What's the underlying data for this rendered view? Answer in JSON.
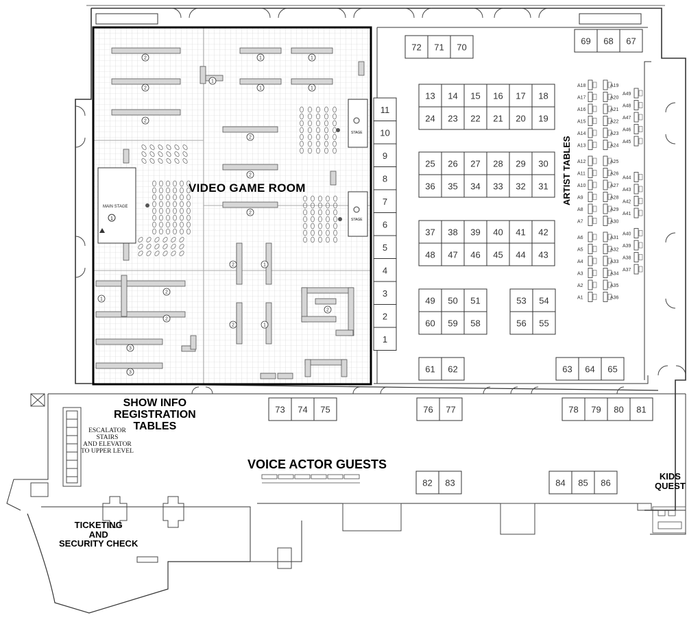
{
  "labels": {
    "video_game_room": "VIDEO GAME ROOM",
    "show_info": "SHOW INFO\nREGISTRATION\nTABLES",
    "escalator": "ESCALATOR\nSTAIRS\nAND ELEVATOR\nTO UPPER LEVEL",
    "voice_actor_guests": "VOICE ACTOR GUESTS",
    "kids_quest": "KIDS\nQUEST",
    "ticketing": "TICKETING\nAND\nSECURITY CHECK",
    "artist_tables": "ARTIST TABLES",
    "main_stage": "MAIN STAGE",
    "stage": "STAGE"
  },
  "booths": {
    "wall_column": [
      "11",
      "10",
      "9",
      "8",
      "7",
      "6",
      "5",
      "4",
      "3",
      "2",
      "1"
    ],
    "top_row_a": [
      "72",
      "71",
      "70"
    ],
    "top_row_b": [
      "69",
      "68",
      "67"
    ],
    "block_1_top": [
      "13",
      "14",
      "15",
      "16",
      "17",
      "18"
    ],
    "block_1_bottom": [
      "24",
      "23",
      "22",
      "21",
      "20",
      "19"
    ],
    "block_2_top": [
      "25",
      "26",
      "27",
      "28",
      "29",
      "30"
    ],
    "block_2_bottom": [
      "36",
      "35",
      "34",
      "33",
      "32",
      "31"
    ],
    "block_3_top": [
      "37",
      "38",
      "39",
      "40",
      "41",
      "42"
    ],
    "block_3_bottom": [
      "48",
      "47",
      "46",
      "45",
      "44",
      "43"
    ],
    "block_4a_top": [
      "49",
      "50",
      "51"
    ],
    "block_4a_bottom": [
      "60",
      "59",
      "58"
    ],
    "block_4b_top": [
      "53",
      "54"
    ],
    "block_4b_bottom": [
      "56",
      "55"
    ],
    "row_61": [
      "61",
      "62"
    ],
    "row_63": [
      "63",
      "64",
      "65"
    ],
    "row_73": [
      "73",
      "74",
      "75"
    ],
    "row_76": [
      "76",
      "77"
    ],
    "row_78": [
      "78",
      "79",
      "80",
      "81"
    ],
    "row_82": [
      "82",
      "83"
    ],
    "row_84": [
      "84",
      "85",
      "86"
    ]
  },
  "artist": {
    "col_a": [
      "A18",
      "A17",
      "A16",
      "A15",
      "A14",
      "A13",
      "A12",
      "A11",
      "A10",
      "A9",
      "A8",
      "A7",
      "A6",
      "A5",
      "A4",
      "A3",
      "A2",
      "A1"
    ],
    "col_b": [
      "A19",
      "A20",
      "A21",
      "A22",
      "A23",
      "A24",
      "A25",
      "A26",
      "A27",
      "A28",
      "A29",
      "A30",
      "A31",
      "A32",
      "A33",
      "A34",
      "A35",
      "A36"
    ],
    "col_c": [
      "A49",
      "A48",
      "A47",
      "A46",
      "A45",
      "A44",
      "A43",
      "A42",
      "A41",
      "A40",
      "A39",
      "A38",
      "A37"
    ]
  },
  "colors": {
    "wall": "#222222",
    "grid": "#c8c8c8",
    "booth_fill": "#ffffff",
    "table_fill": "#d6d6d6"
  }
}
